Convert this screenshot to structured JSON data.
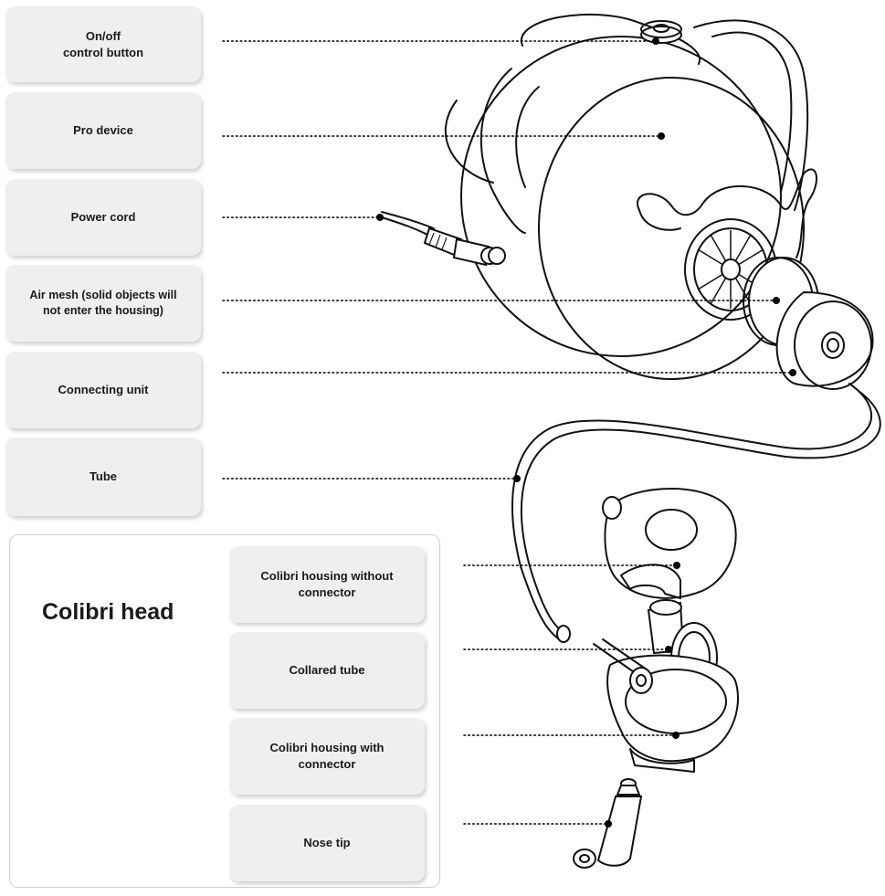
{
  "labels": {
    "on_off": "On/off\ncontrol button",
    "pro_device": "Pro device",
    "power_cord": "Power cord",
    "air_mesh": "Air mesh (solid objects will\nnot enter the housing)",
    "connecting_unit": "Connecting unit",
    "tube": "Tube"
  },
  "colibri": {
    "title": "Colibri head",
    "housing_without": "Colibri housing without\nconnector",
    "collared_tube": "Collared tube",
    "housing_with": "Colibri housing with\nconnector",
    "nose_tip": "Nose tip"
  }
}
